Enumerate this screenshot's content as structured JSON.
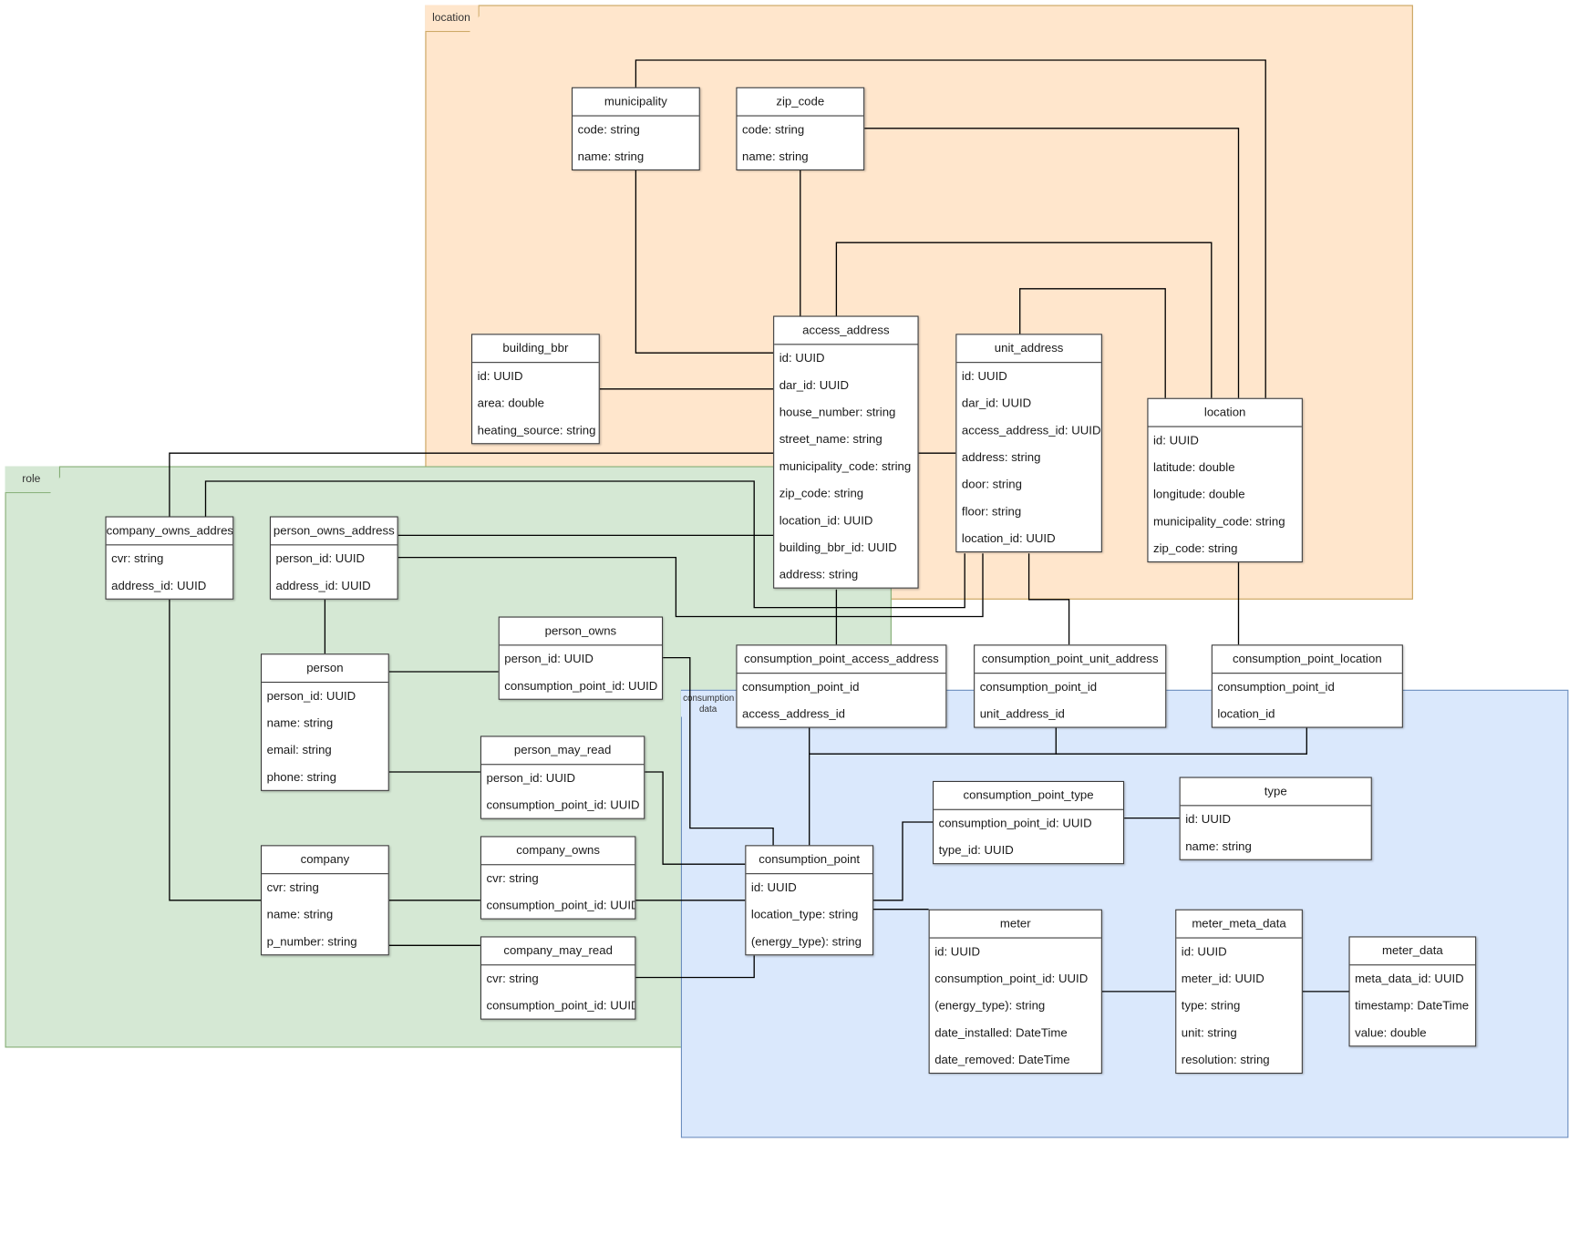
{
  "frames": {
    "location": "location",
    "role": "role",
    "consumption": "consumption data"
  },
  "entities": {
    "municipality": {
      "title": "municipality",
      "fields": [
        "code: string",
        "name: string"
      ]
    },
    "zip_code": {
      "title": "zip_code",
      "fields": [
        "code: string",
        "name: string"
      ]
    },
    "building_bbr": {
      "title": "building_bbr",
      "fields": [
        "id: UUID",
        "area: double",
        "heating_source: string"
      ]
    },
    "access_address": {
      "title": "access_address",
      "fields": [
        "id: UUID",
        "dar_id: UUID",
        "house_number: string",
        "street_name: string",
        "municipality_code: string",
        "zip_code: string",
        "location_id: UUID",
        "building_bbr_id: UUID",
        "address: string"
      ]
    },
    "unit_address": {
      "title": "unit_address",
      "fields": [
        "id: UUID",
        "dar_id: UUID",
        "access_address_id: UUID",
        "address: string",
        "door: string",
        "floor: string",
        "location_id: UUID"
      ]
    },
    "location": {
      "title": "location",
      "fields": [
        "id: UUID",
        "latitude: double",
        "longitude: double",
        "municipality_code: string",
        "zip_code: string"
      ]
    },
    "company_owns_address": {
      "title": "company_owns_address",
      "fields": [
        "cvr: string",
        "address_id: UUID"
      ]
    },
    "person_owns_address": {
      "title": "person_owns_address",
      "fields": [
        "person_id: UUID",
        "address_id: UUID"
      ]
    },
    "person": {
      "title": "person",
      "fields": [
        "person_id: UUID",
        "name: string",
        "email: string",
        "phone: string"
      ]
    },
    "person_owns": {
      "title": "person_owns",
      "fields": [
        "person_id: UUID",
        "consumption_point_id: UUID"
      ]
    },
    "person_may_read": {
      "title": "person_may_read",
      "fields": [
        "person_id: UUID",
        "consumption_point_id: UUID"
      ]
    },
    "company": {
      "title": "company",
      "fields": [
        "cvr: string",
        "name: string",
        "p_number: string"
      ]
    },
    "company_owns": {
      "title": "company_owns",
      "fields": [
        "cvr: string",
        "consumption_point_id: UUID"
      ]
    },
    "company_may_read": {
      "title": "company_may_read",
      "fields": [
        "cvr: string",
        "consumption_point_id: UUID"
      ]
    },
    "consumption_point_access_address": {
      "title": "consumption_point_access_address",
      "fields": [
        "consumption_point_id",
        "access_address_id"
      ]
    },
    "consumption_point_unit_address": {
      "title": "consumption_point_unit_address",
      "fields": [
        "consumption_point_id",
        "unit_address_id"
      ]
    },
    "consumption_point_location": {
      "title": "consumption_point_location",
      "fields": [
        "consumption_point_id",
        "location_id"
      ]
    },
    "consumption_point_type": {
      "title": "consumption_point_type",
      "fields": [
        "consumption_point_id: UUID",
        "type_id: UUID"
      ]
    },
    "type": {
      "title": "type",
      "fields": [
        "id: UUID",
        "name: string"
      ]
    },
    "consumption_point": {
      "title": "consumption_point",
      "fields": [
        "id: UUID",
        "location_type: string",
        "(energy_type): string"
      ]
    },
    "meter": {
      "title": "meter",
      "fields": [
        "id: UUID",
        "consumption_point_id: UUID",
        "(energy_type): string",
        "date_installed: DateTime",
        "date_removed: DateTime"
      ]
    },
    "meter_meta_data": {
      "title": "meter_meta_data",
      "fields": [
        "id: UUID",
        "meter_id: UUID",
        "type: string",
        "unit: string",
        "resolution: string"
      ]
    },
    "meter_data": {
      "title": "meter_data",
      "fields": [
        "meta_data_id: UUID",
        "timestamp: DateTime",
        "value: double"
      ]
    }
  }
}
